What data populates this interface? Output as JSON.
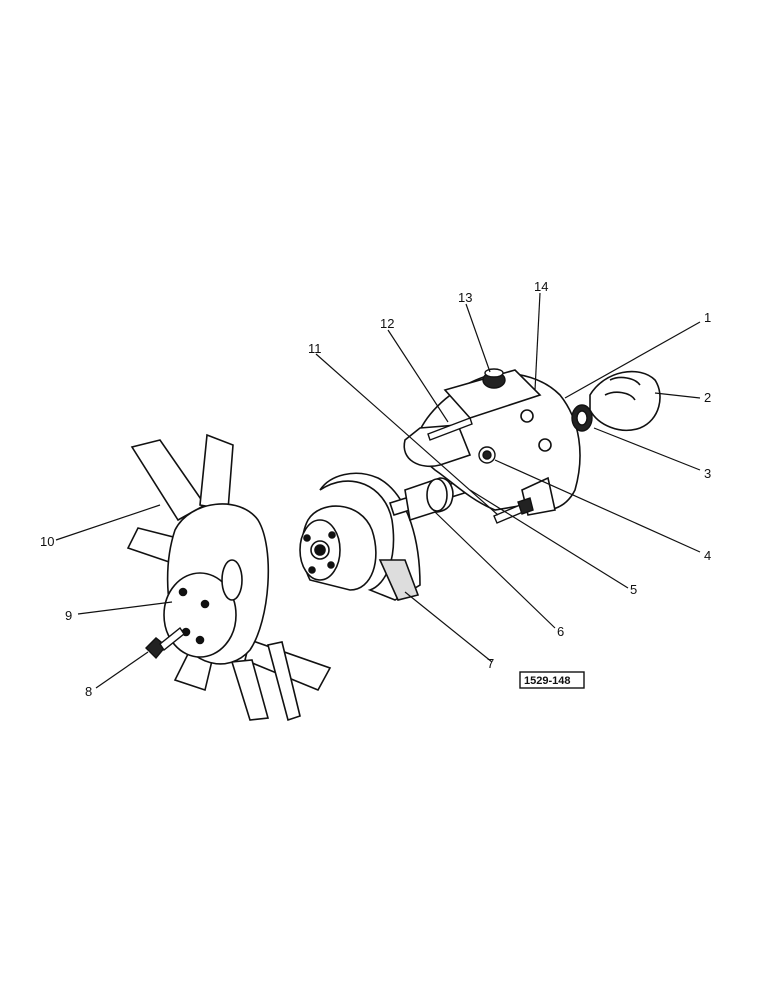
{
  "diagram": {
    "reference_code": "1529-148",
    "callouts": {
      "c1": "1",
      "c2": "2",
      "c3": "3",
      "c4": "4",
      "c5": "5",
      "c6": "6",
      "c7": "7",
      "c8": "8",
      "c9": "9",
      "c10": "10",
      "c11": "11",
      "c12": "12",
      "c13": "13",
      "c14": "14"
    }
  }
}
